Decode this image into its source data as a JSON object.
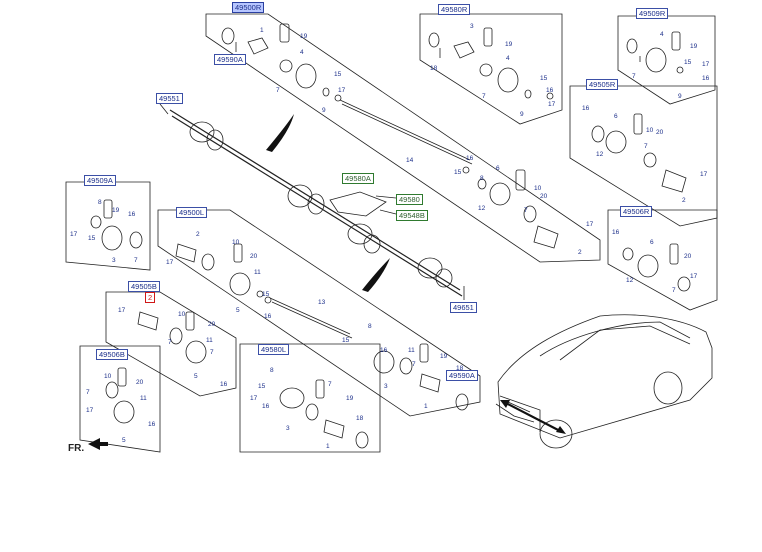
{
  "refs": {
    "r49500R": "49500R",
    "r49590A_top": "49590A",
    "r49580R": "49580R",
    "r49509R": "49509R",
    "r49551": "49551",
    "r49505R": "49505R",
    "r49580A": "49580A",
    "r49580": "49580",
    "r49548B": "49548B",
    "r49509A": "49509A",
    "r49500L": "49500L",
    "r49506R": "49506R",
    "r49651": "49651",
    "r49505B": "49505B",
    "r2": "2",
    "r49506B": "49506B",
    "r49580L": "49580L",
    "r49590A_low": "49590A"
  },
  "fr_label": "FR.",
  "colors": {
    "line": "#222222",
    "ref_border": "#3b4fa6",
    "highlight": "#b7c6ff",
    "red": "#d01818",
    "green": "#2f7a2f"
  }
}
